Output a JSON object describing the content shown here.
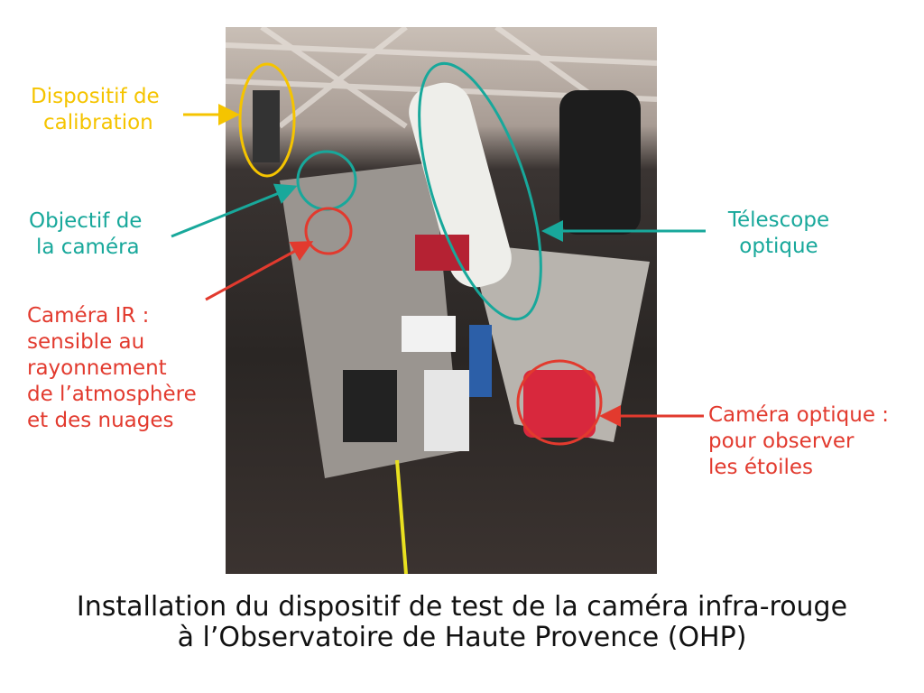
{
  "labels": {
    "calibration": [
      "Dispositif de",
      "calibration"
    ],
    "objective": [
      "Objectif de",
      "la caméra"
    ],
    "ir_camera": [
      "Caméra IR :",
      "sensible au",
      "rayonnement",
      "de l’atmosphère",
      "et des nuages"
    ],
    "telescope": [
      "Télescope",
      "optique"
    ],
    "optical_camera": [
      "Caméra optique :",
      "pour observer",
      "les étoiles"
    ]
  },
  "caption": [
    "Installation du dispositif de test de la caméra infra-rouge",
    "à l’Observatoire de Haute Provence (OHP)"
  ],
  "colors": {
    "yellow": "#f5c400",
    "teal": "#18a89b",
    "red": "#e23a2e"
  }
}
